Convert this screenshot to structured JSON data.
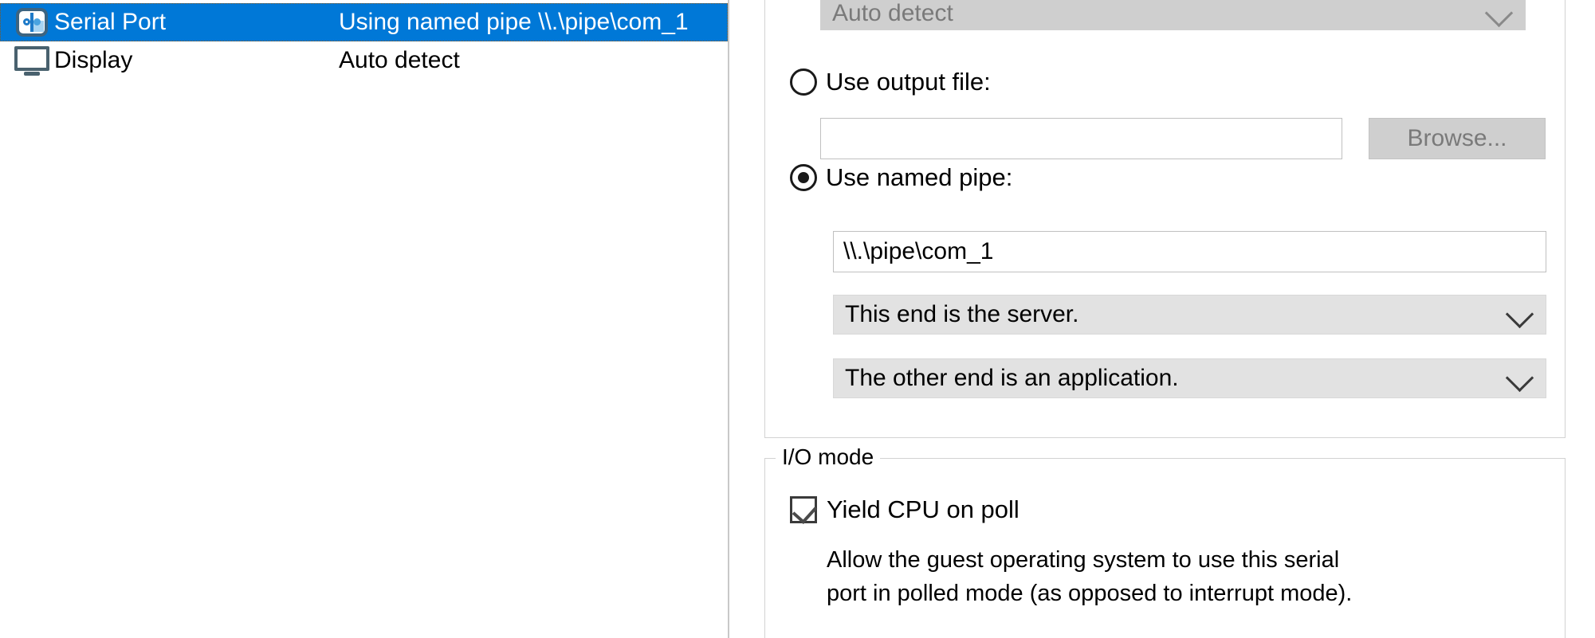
{
  "device_list": {
    "rows": [
      {
        "icon": "serial-port-icon",
        "name": "Serial Port",
        "summary": "Using named pipe \\\\.\\pipe\\com_1",
        "selected": true
      },
      {
        "icon": "display-icon",
        "name": "Display",
        "summary": "Auto detect",
        "selected": false
      }
    ]
  },
  "settings": {
    "connection": {
      "device_combo": {
        "value": "Auto detect",
        "disabled": true,
        "chevron": "chevron-down-icon"
      },
      "use_output_file": {
        "label": "Use output file:",
        "checked": false
      },
      "output_file_path": "",
      "browse_button": {
        "label": "Browse...",
        "disabled": true
      },
      "use_named_pipe": {
        "label": "Use named pipe:",
        "checked": true
      },
      "named_pipe_value": "\\\\.\\pipe\\com_1",
      "end_role_combo": {
        "value": "This end is the server.",
        "chevron": "chevron-down-icon"
      },
      "other_end_combo": {
        "value": "The other end is an application.",
        "chevron": "chevron-down-icon"
      }
    },
    "io_mode": {
      "group_label": "I/O mode",
      "yield_cpu": {
        "label": "Yield CPU on poll",
        "checked": true
      },
      "description": "Allow the guest operating system to use this serial port in polled mode (as opposed to interrupt mode)."
    }
  },
  "colors": {
    "selection_blue": "#0078d7",
    "disabled_gray": "#cfcfcf",
    "combo_gray": "#e2e2e2",
    "border_gray": "#d2d2d2"
  }
}
